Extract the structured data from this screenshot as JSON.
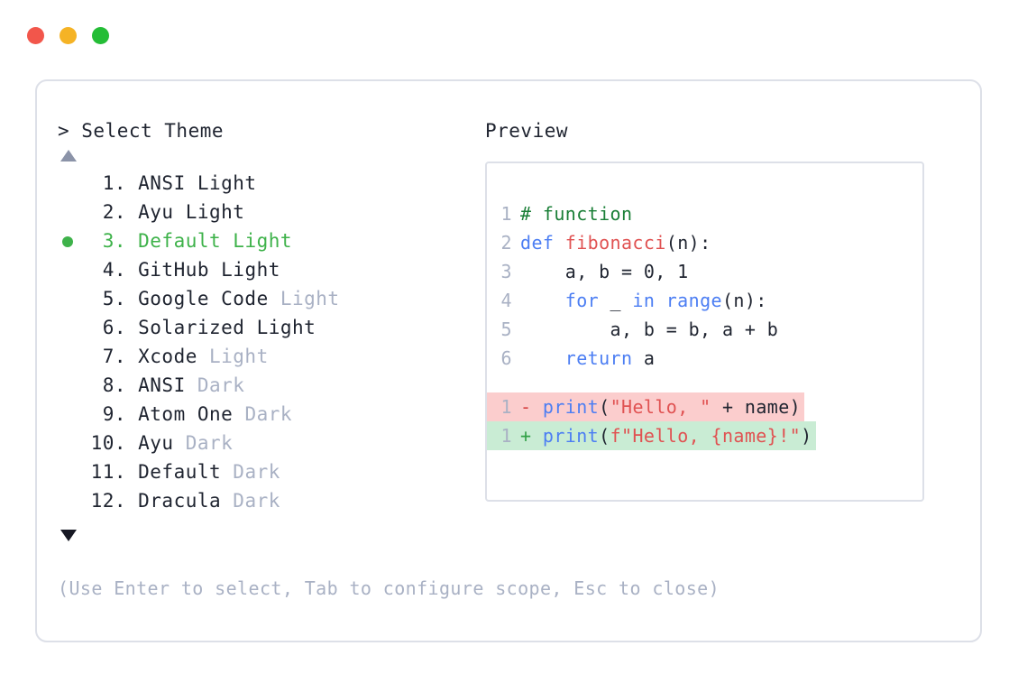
{
  "window": {
    "traffic_lights": [
      {
        "name": "close",
        "color": "#f2564b"
      },
      {
        "name": "minimize",
        "color": "#f5b325"
      },
      {
        "name": "zoom",
        "color": "#24bd36"
      }
    ]
  },
  "selector": {
    "prompt": "> Select Theme",
    "scroll_up_icon": "triangle-up-icon",
    "scroll_down_icon": "triangle-down-icon",
    "selected_index": 3,
    "selection_color": "#3eb24a",
    "items": [
      {
        "number": " 1.",
        "name": "ANSI",
        "tag": " Light",
        "tag_muted": false,
        "selected": false
      },
      {
        "number": " 2.",
        "name": "Ayu",
        "tag": " Light",
        "tag_muted": false,
        "selected": false
      },
      {
        "number": " 3.",
        "name": "Default",
        "tag": " Light",
        "tag_muted": false,
        "selected": true
      },
      {
        "number": " 4.",
        "name": "GitHub",
        "tag": " Light",
        "tag_muted": false,
        "selected": false
      },
      {
        "number": " 5.",
        "name": "Google Code",
        "tag": " Light",
        "tag_muted": true,
        "selected": false
      },
      {
        "number": " 6.",
        "name": "Solarized",
        "tag": " Light",
        "tag_muted": false,
        "selected": false
      },
      {
        "number": " 7.",
        "name": "Xcode",
        "tag": " Light",
        "tag_muted": true,
        "selected": false
      },
      {
        "number": " 8.",
        "name": "ANSI",
        "tag": " Dark",
        "tag_muted": true,
        "selected": false
      },
      {
        "number": " 9.",
        "name": "Atom One",
        "tag": " Dark",
        "tag_muted": true,
        "selected": false
      },
      {
        "number": "10.",
        "name": "Ayu",
        "tag": " Dark",
        "tag_muted": true,
        "selected": false
      },
      {
        "number": "11.",
        "name": "Default",
        "tag": " Dark",
        "tag_muted": true,
        "selected": false
      },
      {
        "number": "12.",
        "name": "Dracula",
        "tag": " Dark",
        "tag_muted": true,
        "selected": false
      }
    ],
    "hint": "(Use Enter to select, Tab to configure scope, Esc to close)"
  },
  "preview": {
    "title": "Preview",
    "code_lines": [
      {
        "n": "1",
        "tokens": [
          {
            "t": "# function",
            "c": "t-com"
          }
        ]
      },
      {
        "n": "2",
        "tokens": [
          {
            "t": "def ",
            "c": "t-kw"
          },
          {
            "t": "fibonacci",
            "c": "t-fn"
          },
          {
            "t": "(n):",
            "c": "t-pln"
          }
        ]
      },
      {
        "n": "3",
        "tokens": [
          {
            "t": "    a, b = 0, 1",
            "c": "t-pln"
          }
        ]
      },
      {
        "n": "4",
        "tokens": [
          {
            "t": "    ",
            "c": "t-pln"
          },
          {
            "t": "for",
            "c": "t-kw"
          },
          {
            "t": " _ ",
            "c": "t-pln"
          },
          {
            "t": "in range",
            "c": "t-kw"
          },
          {
            "t": "(n):",
            "c": "t-pln"
          }
        ]
      },
      {
        "n": "5",
        "tokens": [
          {
            "t": "        a, b = b, a + b",
            "c": "t-pln"
          }
        ]
      },
      {
        "n": "6",
        "tokens": [
          {
            "t": "    ",
            "c": "t-pln"
          },
          {
            "t": "return",
            "c": "t-kw"
          },
          {
            "t": " a",
            "c": "t-pln"
          }
        ]
      }
    ],
    "diff_lines": [
      {
        "n": "1",
        "kind": "del",
        "marker": "-",
        "bg": "#fbcdcd",
        "tokens": [
          {
            "t": "print",
            "c": "t-kw"
          },
          {
            "t": "(",
            "c": "t-pln"
          },
          {
            "t": "\"Hello, \"",
            "c": "t-str"
          },
          {
            "t": " + name)",
            "c": "t-pln"
          }
        ]
      },
      {
        "n": "1",
        "kind": "add",
        "marker": "+",
        "bg": "#c9ecd4",
        "tokens": [
          {
            "t": "print",
            "c": "t-kw"
          },
          {
            "t": "(",
            "c": "t-pln"
          },
          {
            "t": "f\"Hello, {name}!\"",
            "c": "t-str"
          },
          {
            "t": ")",
            "c": "t-pln"
          }
        ]
      }
    ]
  }
}
